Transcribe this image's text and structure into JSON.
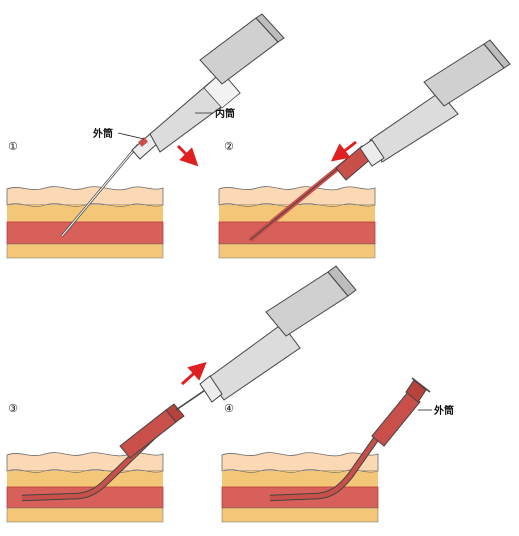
{
  "steps": [
    {
      "number": "①"
    },
    {
      "number": "②"
    },
    {
      "number": "③"
    },
    {
      "number": "④"
    }
  ],
  "labels": {
    "outer_tube": "外筒",
    "inner_tube": "内筒",
    "outer_tube_step4": "外筒"
  },
  "colors": {
    "skin_surface": "#fbd9b5",
    "fat_layer": "#f3c777",
    "vessel": "#d8605a",
    "vessel_border": "#c0453f",
    "catheter_red": "#c9504a",
    "arrow_red": "#e02020",
    "syringe_gray": "#d6d6d6",
    "outline": "#444444"
  }
}
